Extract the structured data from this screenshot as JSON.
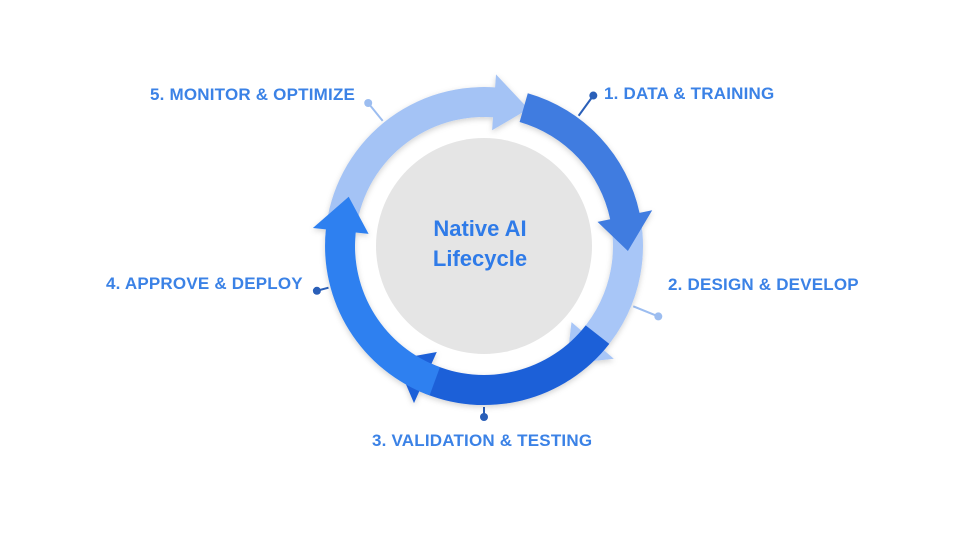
{
  "center": {
    "line1": "Native AI",
    "line2": "Lifecycle"
  },
  "stages": [
    {
      "label": "1. DATA & TRAINING",
      "color": "#3b82e6"
    },
    {
      "label": "2. DESIGN & DEVELOP",
      "color": "#3b82e6"
    },
    {
      "label": "3. VALIDATION & TESTING",
      "color": "#3b82e6"
    },
    {
      "label": "4. APPROVE & DEPLOY",
      "color": "#3b82e6"
    },
    {
      "label": "5. MONITOR & OPTIMIZE",
      "color": "#3b82e6"
    }
  ],
  "colors": {
    "inner_disc": "#e5e5e5",
    "segment_1": "#3f7be0",
    "segment_2": "#a8c6f7",
    "segment_3": "#1f60d8",
    "segment_4": "#2f80f0",
    "segment_5": "#a4c3f5",
    "connector_dark": "#2a5fb8",
    "connector_light": "#9cbdf0"
  }
}
